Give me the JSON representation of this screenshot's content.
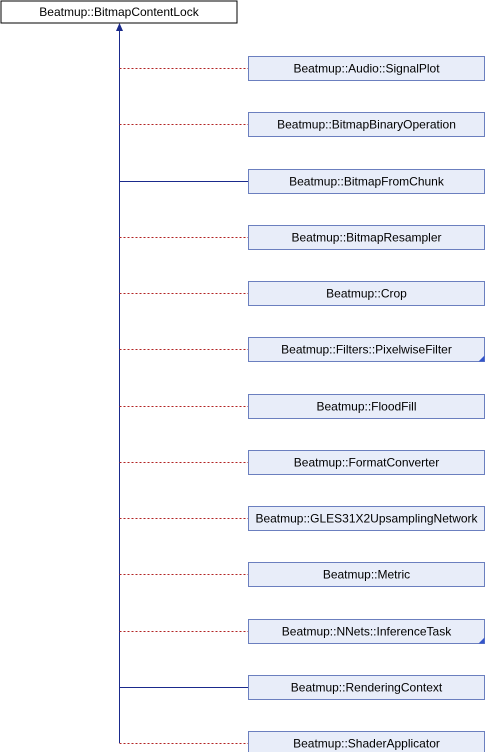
{
  "root": {
    "label": "Beatmup::BitmapContentLock"
  },
  "children": [
    {
      "label": "Beatmup::Audio::SignalPlot",
      "relation": "private",
      "more": false
    },
    {
      "label": "Beatmup::BitmapBinaryOperation",
      "relation": "private",
      "more": false
    },
    {
      "label": "Beatmup::BitmapFromChunk",
      "relation": "public",
      "more": false
    },
    {
      "label": "Beatmup::BitmapResampler",
      "relation": "private",
      "more": false
    },
    {
      "label": "Beatmup::Crop",
      "relation": "private",
      "more": false
    },
    {
      "label": "Beatmup::Filters::PixelwiseFilter",
      "relation": "private",
      "more": true
    },
    {
      "label": "Beatmup::FloodFill",
      "relation": "private",
      "more": false
    },
    {
      "label": "Beatmup::FormatConverter",
      "relation": "private",
      "more": false
    },
    {
      "label": "Beatmup::GLES31X2UpsamplingNetwork",
      "relation": "private",
      "more": false
    },
    {
      "label": "Beatmup::Metric",
      "relation": "private",
      "more": false
    },
    {
      "label": "Beatmup::NNets::InferenceTask",
      "relation": "private",
      "more": true
    },
    {
      "label": "Beatmup::RenderingContext",
      "relation": "public",
      "more": false
    },
    {
      "label": "Beatmup::ShaderApplicator",
      "relation": "private",
      "more": false
    }
  ],
  "colors": {
    "node_fill": "#e8edf9",
    "node_stroke": "#6b7fbf",
    "root_fill": "#ffffff",
    "root_stroke": "#000000",
    "public_edge": "#1a2a8c",
    "private_edge": "#b22222",
    "more_marker": "#3355cc"
  }
}
